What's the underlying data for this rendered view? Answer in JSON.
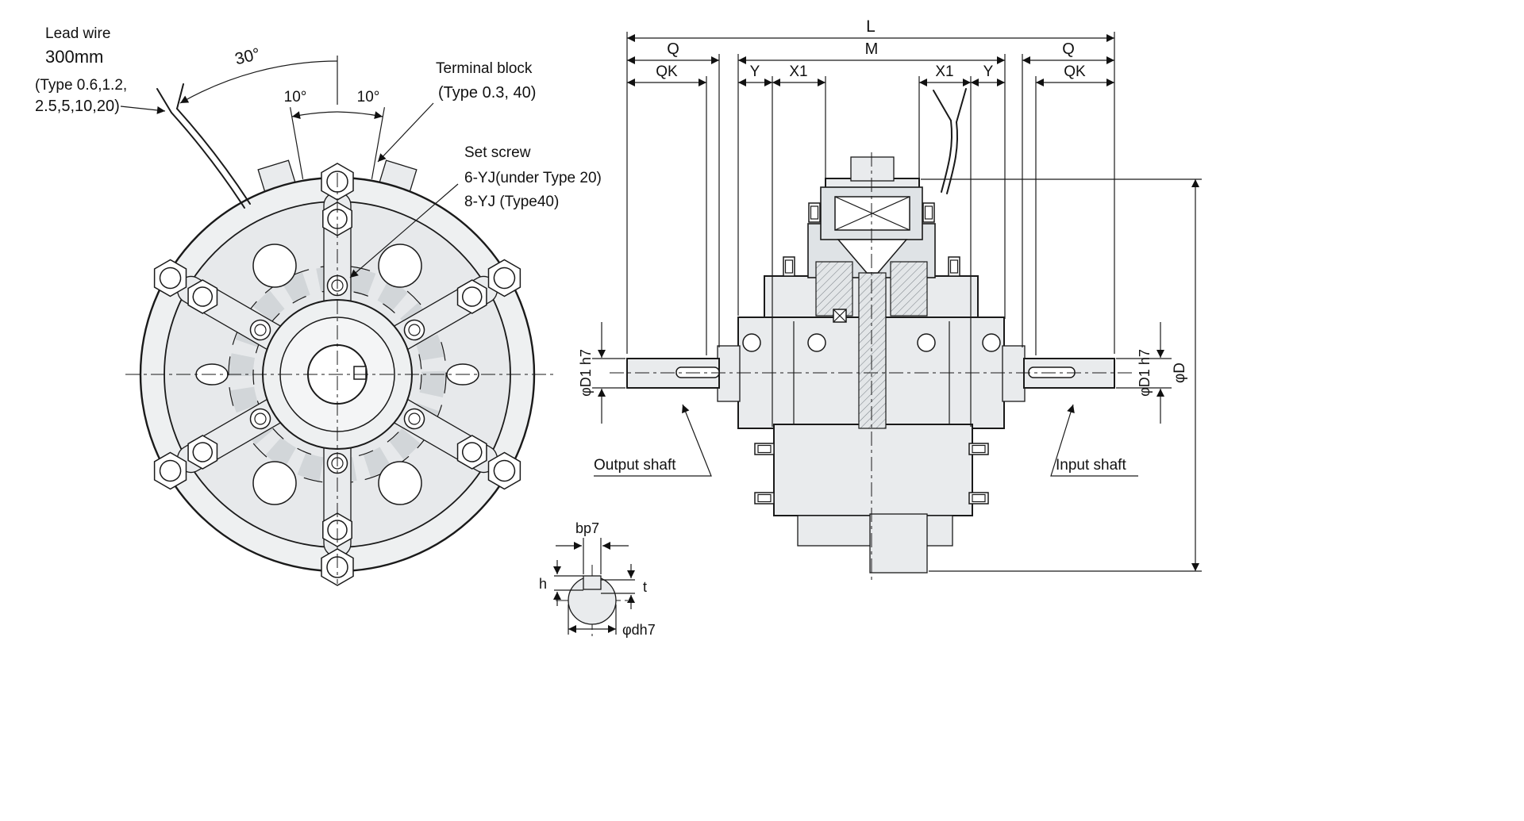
{
  "palette": {
    "line": "#1a1a1a",
    "fill_light": "#e9ebed",
    "background": "#ffffff"
  },
  "front_view": {
    "lead_wire": {
      "line1": "Lead wire",
      "line2": "300mm",
      "line3": "(Type 0.6,1.2,",
      "line4": "2.5,5,10,20)"
    },
    "angles": {
      "a30": "30°",
      "a10_left": "10°",
      "a10_right": "10°"
    },
    "terminal_block": {
      "line1": "Terminal block",
      "line2": "(Type 0.3, 40)"
    },
    "set_screw": {
      "line1": "Set screw",
      "line2": "6-YJ(under Type 20)",
      "line3": "8-YJ (Type40)"
    }
  },
  "section_view": {
    "dims": {
      "L": "L",
      "Q_left": "Q",
      "M": "M",
      "Q_right": "Q",
      "QK_left": "QK",
      "Y_left": "Y",
      "X1_left": "X1",
      "X1_right": "X1",
      "Y_right": "Y",
      "QK_right": "QK",
      "phiD1_left": "φD1 h7",
      "phiD1_right": "φD1 h7",
      "phiD": "φD"
    },
    "labels": {
      "output_shaft": "Output shaft",
      "input_shaft": "Input shaft"
    }
  },
  "key_detail": {
    "dims": {
      "b": "bp7",
      "h": "h",
      "t": "t",
      "d": "φdh7"
    }
  }
}
